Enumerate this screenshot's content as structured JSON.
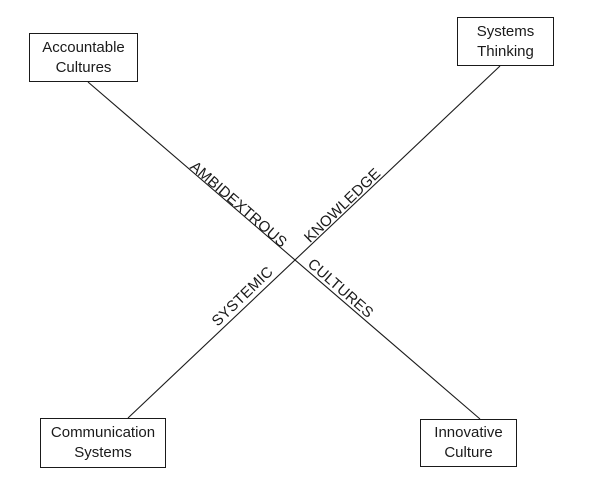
{
  "nodes": {
    "top_left": {
      "line1": "Accountable",
      "line2": "Cultures"
    },
    "top_right": {
      "line1": "Systems",
      "line2": "Thinking"
    },
    "bottom_left": {
      "line1": "Communication",
      "line2": "Systems"
    },
    "bottom_right": {
      "line1": "Innovative",
      "line2": "Culture"
    }
  },
  "labels": {
    "ambidextrous": "AMBIDEXTROUS",
    "knowledge": "KNOWLEDGE",
    "systemic": "SYSTEMIC",
    "cultures": "CULTURES"
  }
}
